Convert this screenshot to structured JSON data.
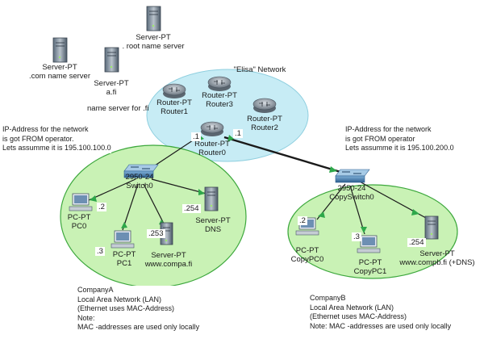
{
  "colors": {
    "lan_fill": "#c9f2b5",
    "lan_stroke": "#3da83d",
    "isp_fill": "#c7ecf5",
    "isp_stroke": "#8fcfdf",
    "cable": "#1a1a1a",
    "link_light": "#2ea84a"
  },
  "top_servers": {
    "root": {
      "type": "Server-PT",
      "name": ". root name server"
    },
    "com": {
      "type": "Server-PT",
      "name": ".com name server"
    },
    "fi": {
      "type": "Server-PT",
      "name": "a.fi"
    },
    "fi_caption": "name server for .fi"
  },
  "isp": {
    "title": "\"Elisa\" Network",
    "routers": [
      {
        "type": "Router-PT",
        "name": "Router1"
      },
      {
        "type": "Router-PT",
        "name": "Router3"
      },
      {
        "type": "Router-PT",
        "name": "Router2"
      },
      {
        "type": "Router-PT",
        "name": "Router0"
      }
    ],
    "if_left": ".1",
    "if_right": ".1"
  },
  "network_a": {
    "ip_note": [
      "IP-Address for the network",
      "is got FROM operator.",
      "Lets assumme it is 195.100.100.0"
    ],
    "switch": {
      "model": "2950-24",
      "name": "Switch0"
    },
    "devices": [
      {
        "type": "PC-PT",
        "name": "PC0",
        "ip": ".2"
      },
      {
        "type": "PC-PT",
        "name": "PC1",
        "ip": ".3"
      },
      {
        "type": "Server-PT",
        "name": "www.compa.fi",
        "ip": ".253"
      },
      {
        "type": "Server-PT",
        "name": "DNS",
        "ip": ".254"
      }
    ],
    "note": [
      "CompanyA",
      "Local Area Network (LAN)",
      "(Ethernet uses MAC-Address)",
      "Note:",
      "MAC -addresses are used only locally"
    ]
  },
  "network_b": {
    "ip_note": [
      "IP-Address for the network",
      "is got FROM operator",
      "Lets assumme it is 195.100.200.0"
    ],
    "switch": {
      "model": "2950-24",
      "name": "CopySwitch0"
    },
    "devices": [
      {
        "type": "PC-PT",
        "name": "CopyPC0",
        "ip": ".2"
      },
      {
        "type": "PC-PT",
        "name": "CopyPC1",
        "ip": ".3"
      },
      {
        "type": "Server-PT",
        "name": "www.compb.fi (+DNS)",
        "ip": ".254"
      }
    ],
    "note": [
      "CompanyB",
      "Local Area Network (LAN)",
      "(Ethernet uses MAC-Address)",
      "Note: MAC -addresses are used only locally"
    ]
  }
}
